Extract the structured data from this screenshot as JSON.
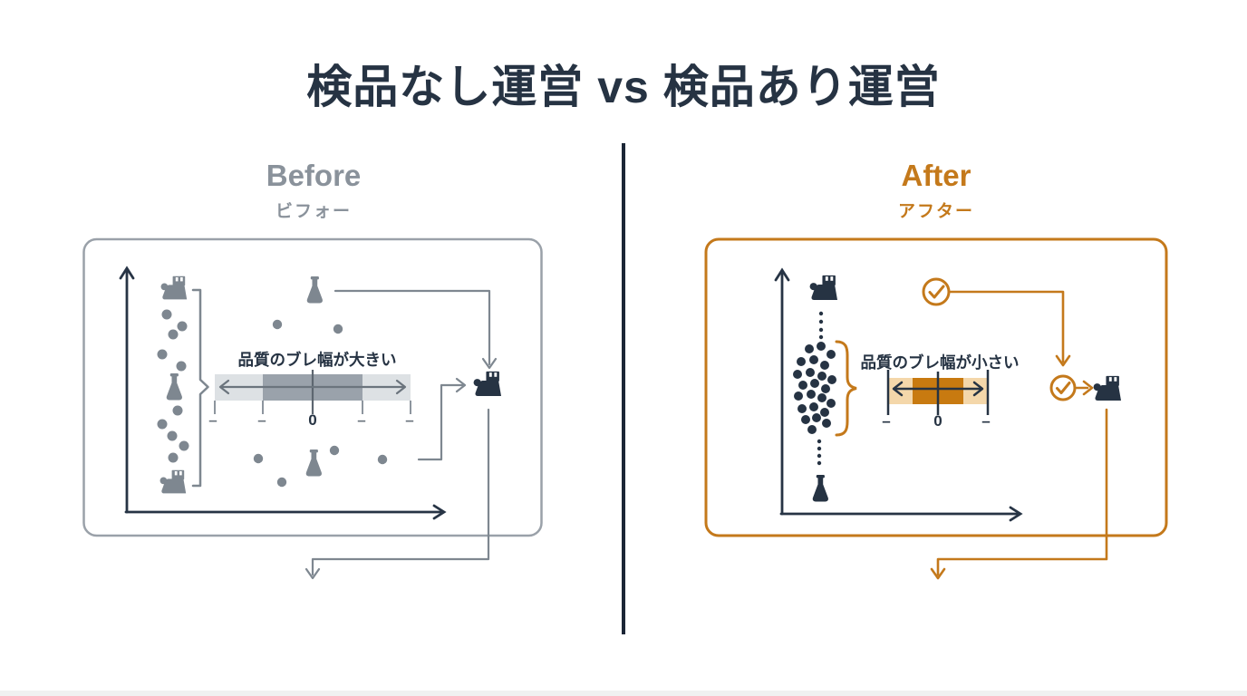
{
  "title": "検品なし運営 vs 検品あり運営",
  "before": {
    "heading": "Before",
    "heading_ja": "ビフォー",
    "bar_label": "品質のブレ幅が大きい",
    "tick_labels": [
      "–",
      "–",
      "0",
      "–",
      "–"
    ],
    "accent": "#8a929b",
    "band_outer_color": "#dde1e4",
    "band_inner_color": "#9aa2ab"
  },
  "after": {
    "heading": "After",
    "heading_ja": "アフター",
    "bar_label": "品質のブレ幅が小さい",
    "tick_labels": [
      "–",
      "0",
      "–"
    ],
    "accent": "#c4791b",
    "band_outer_color": "#f4d7aa",
    "band_inner_color": "#c87a10"
  },
  "colors": {
    "dark_navy": "#263343",
    "gray_line": "#7e8790",
    "gray_box_border": "#9aa1a9",
    "orange": "#c4791b",
    "divider": "#1b2636"
  }
}
